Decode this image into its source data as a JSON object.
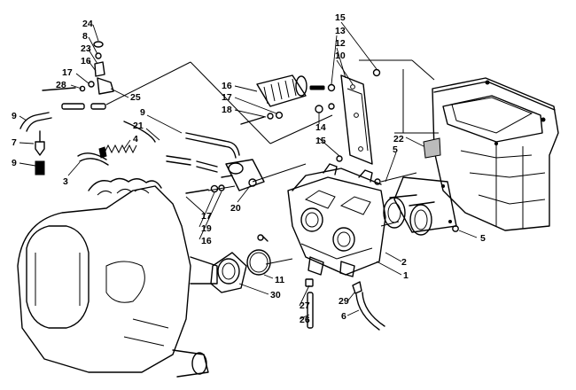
{
  "callouts": [
    {
      "id": "c24",
      "text": "24"
    },
    {
      "id": "c8",
      "text": "8"
    },
    {
      "id": "c23",
      "text": "23"
    },
    {
      "id": "c16a",
      "text": "16"
    },
    {
      "id": "c17a",
      "text": "17"
    },
    {
      "id": "c28",
      "text": "28"
    },
    {
      "id": "c25",
      "text": "25"
    },
    {
      "id": "c9a",
      "text": "9"
    },
    {
      "id": "c7",
      "text": "7"
    },
    {
      "id": "c9b",
      "text": "9"
    },
    {
      "id": "c3",
      "text": "3"
    },
    {
      "id": "c4",
      "text": "4"
    },
    {
      "id": "c21",
      "text": "21"
    },
    {
      "id": "c9c",
      "text": "9"
    },
    {
      "id": "c16b",
      "text": "16"
    },
    {
      "id": "c17b",
      "text": "17"
    },
    {
      "id": "c18",
      "text": "18"
    },
    {
      "id": "c15a",
      "text": "15"
    },
    {
      "id": "c13",
      "text": "13"
    },
    {
      "id": "c12",
      "text": "12"
    },
    {
      "id": "c10",
      "text": "10"
    },
    {
      "id": "c14",
      "text": "14"
    },
    {
      "id": "c15b",
      "text": "15"
    },
    {
      "id": "c22",
      "text": "22"
    },
    {
      "id": "c5a",
      "text": "5"
    },
    {
      "id": "c5b",
      "text": "5"
    },
    {
      "id": "c17c",
      "text": "17"
    },
    {
      "id": "c19",
      "text": "19"
    },
    {
      "id": "c16c",
      "text": "16"
    },
    {
      "id": "c20",
      "text": "20"
    },
    {
      "id": "c2",
      "text": "2"
    },
    {
      "id": "c1",
      "text": "1"
    },
    {
      "id": "c11",
      "text": "11"
    },
    {
      "id": "c30",
      "text": "30"
    },
    {
      "id": "c27",
      "text": "27"
    },
    {
      "id": "c26",
      "text": "26"
    },
    {
      "id": "c29",
      "text": "29"
    },
    {
      "id": "c6",
      "text": "6"
    }
  ]
}
